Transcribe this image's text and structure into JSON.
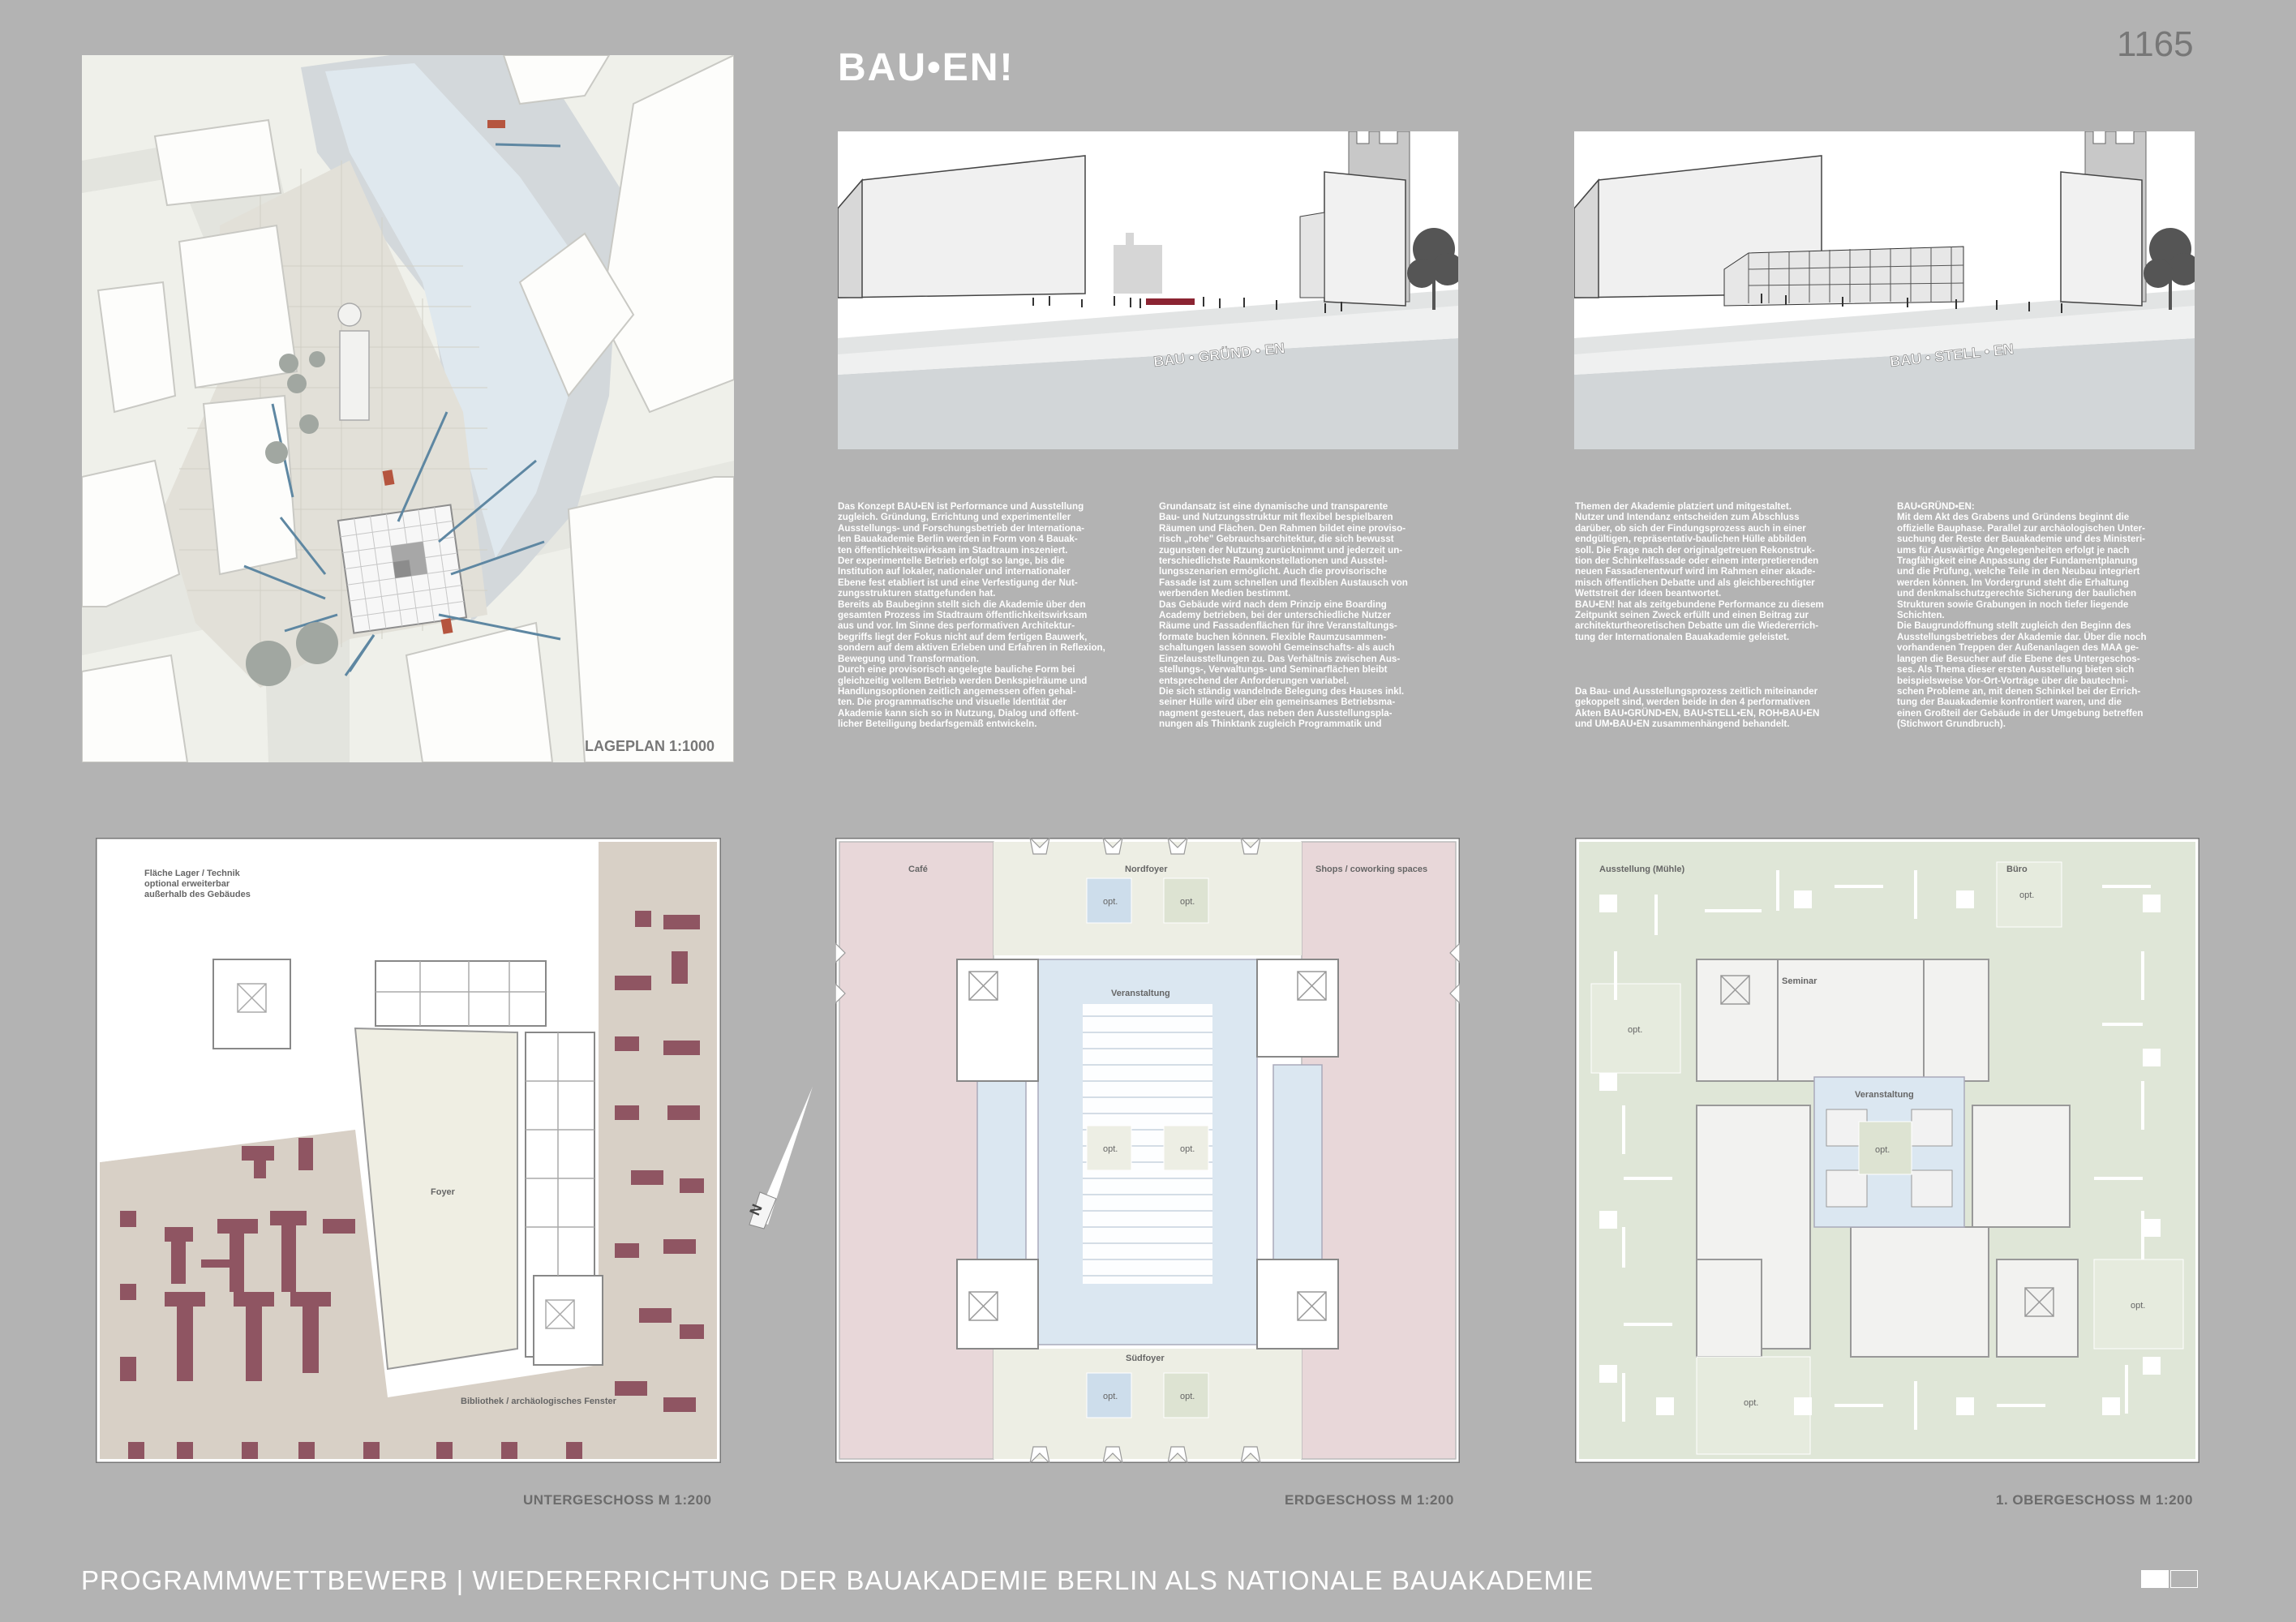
{
  "board": {
    "number": "1165",
    "title": "BAU•EN!",
    "footer": "PROGRAMMWETTBEWERB  |  WIEDERERRICHTUNG DER BAUAKADEMIE BERLIN ALS NATIONALE BAUAKADEMIE"
  },
  "site_plan": {
    "caption": "LAGEPLAN 1:1000"
  },
  "renderings": [
    {
      "facade_text": "BAU • GRÜND • EN"
    },
    {
      "facade_text": "BAU • STELL • EN"
    }
  ],
  "text_columns": [
    "Das Konzept BAU•EN ist Performance und Ausstellung\nzugleich. Gründung, Errichtung und experimenteller\nAusstellungs- und Forschungsbetrieb der Internationa-\nlen Bauakademie Berlin werden in Form von 4 Bauak-\nten öffentlichkeitswirksam im Stadtraum inszeniert.\nDer experimentelle Betrieb erfolgt so lange, bis die\nInstitution auf lokaler, nationaler und internationaler\nEbene fest etabliert ist und eine Verfestigung der Nut-\nzungsstrukturen stattgefunden hat.\nBereits ab Baubeginn stellt sich die Akademie über den\ngesamten Prozess im Stadtraum öffentlichkeitswirksam\naus und vor. Im Sinne des performativen Architektur-\nbegriffs liegt der Fokus nicht auf dem fertigen Bauwerk,\nsondern auf dem aktiven Erleben und Erfahren in Reflexion,\nBewegung und Transformation.\nDurch eine provisorisch angelegte bauliche Form bei\ngleichzeitig vollem Betrieb werden Denkspielräume und\nHandlungsoptionen zeitlich angemessen offen gehal-\nten. Die programmatische und visuelle Identität der\nAkademie kann sich so in Nutzung, Dialog und öffent-\nlicher Beteiligung bedarfsgemäß entwickeln.",
    "Grundansatz ist eine dynamische und transparente\nBau- und Nutzungsstruktur mit flexibel bespielbaren\nRäumen und Flächen. Den Rahmen bildet eine proviso-\nrisch „rohe\" Gebrauchsarchitektur, die sich bewusst\nzugunsten der Nutzung zurücknimmt und jederzeit un-\nterschiedlichste Raumkonstellationen und Ausstel-\nlungsszenarien ermöglicht. Auch die provisorische\nFassade ist zum schnellen und flexiblen Austausch von\nwerbenden Medien bestimmt.\nDas Gebäude wird nach dem Prinzip eine Boarding\nAcademy betrieben, bei der unterschiedliche Nutzer\nRäume und Fassadenflächen für ihre Veranstaltungs-\nformate buchen können. Flexible Raumzusammen-\nschaltungen lassen sowohl Gemeinschafts- als auch\nEinzelausstellungen zu. Das Verhältnis zwischen Aus-\nstellungs-, Verwaltungs- und Seminarflächen bleibt\nentsprechend der Anforderungen variabel.\nDie sich ständig wandelnde Belegung des Hauses inkl.\nseiner Hülle wird über ein gemeinsames Betriebsma-\nnagment gesteuert, das neben den Ausstellungspla-\nnungen als Thinktank zugleich Programmatik und",
    "Themen der Akademie platziert und mitgestaltet.\nNutzer und Intendanz entscheiden zum Abschluss\ndarüber, ob sich der Findungsprozess auch in einer\nendgültigen, repräsentativ-baulichen Hülle abbilden\nsoll. Die Frage nach der originalgetreuen Rekonstruk-\ntion der Schinkelfassade oder einem interpretierenden\nneuen Fassadenentwurf wird im Rahmen einer akade-\nmisch öffentlichen Debatte und als gleichberechtigter\nWettstreit der Ideen beantwortet.\nBAU•EN! hat als zeitgebundene Performance zu diesem\nZeitpunkt seinen Zweck erfüllt und einen Beitrag zur\narchitekturtheoretischen Debatte um die Wiedererrich-\ntung der Internationalen Bauakademie geleistet.\n\n\n\n\nDa Bau- und Ausstellungsprozess zeitlich miteinander\ngekoppelt sind, werden beide in den 4 performativen\nAkten BAU•GRÜND•EN, BAU•STELL•EN, ROH•BAU•EN\nund UM•BAU•EN zusammenhängend behandelt.",
    "BAU•GRÜND•EN:\nMit dem Akt des Grabens und Gründens beginnt die\noffizielle Bauphase. Parallel zur archäologischen Unter-\nsuchung der Reste der Bauakademie und des Ministeri-\nums für Auswärtige Angelegenheiten erfolgt je nach\nTragfähigkeit eine Anpassung der Fundamentplanung\nund die Prüfung, welche Teile in den Neubau integriert\nwerden können. Im Vordergrund steht die Erhaltung\nund denkmalschutzgerechte Sicherung der baulichen\nStrukturen sowie Grabungen in noch tiefer liegende\nSchichten.\nDie Baugrundöffnung stellt zugleich den Beginn des\nAusstellungsbetriebes der Akademie dar. Über die noch\nvorhandenen Treppen der Außenanlagen des MAA ge-\nlangen die Besucher auf die Ebene des Untergeschos-\nses. Als Thema dieser ersten Ausstellung bieten sich\nbeispielsweise Vor-Ort-Vorträge über die bautechni-\nschen Probleme an, mit denen Schinkel bei der Errich-\ntung der Bauakademie konfrontiert waren, und die\neinen Großteil der Gebäude in der Umgebung betreffen\n(Stichwort Grundbruch)."
  ],
  "plans": {
    "ug": {
      "caption": "UNTERGESCHOSS M 1:200",
      "labels": {
        "lager1": "Fläche Lager / Technik",
        "lager2": "optional erweiterbar",
        "lager3": "außerhalb des Gebäudes",
        "foyer": "Foyer",
        "bibliothek": "Bibliothek / archäologisches Fenster"
      }
    },
    "eg": {
      "caption": "ERDGESCHOSS M 1:200",
      "labels": {
        "cafe": "Café",
        "nordfoyer": "Nordfoyer",
        "shops": "Shops / coworking spaces",
        "veranstaltung": "Veranstaltung",
        "suedfoyer": "Südfoyer",
        "opt": "opt."
      }
    },
    "og": {
      "caption": "1. OBERGESCHOSS M 1:200",
      "labels": {
        "ausstellung": "Ausstellung (Mühle)",
        "buero": "Büro",
        "seminar": "Seminar",
        "veranstaltung": "Veranstaltung",
        "opt": "opt."
      }
    }
  },
  "north_arrow": {
    "label": "N"
  },
  "colors": {
    "board": "#b3b3b3",
    "library": "#d8d0c6",
    "archaeology": "#8f5562",
    "cafe_shops": "#e8d7d9",
    "events": "#dbe7f1",
    "foyer": "#edeee4",
    "upper": "#dfe6d7"
  }
}
